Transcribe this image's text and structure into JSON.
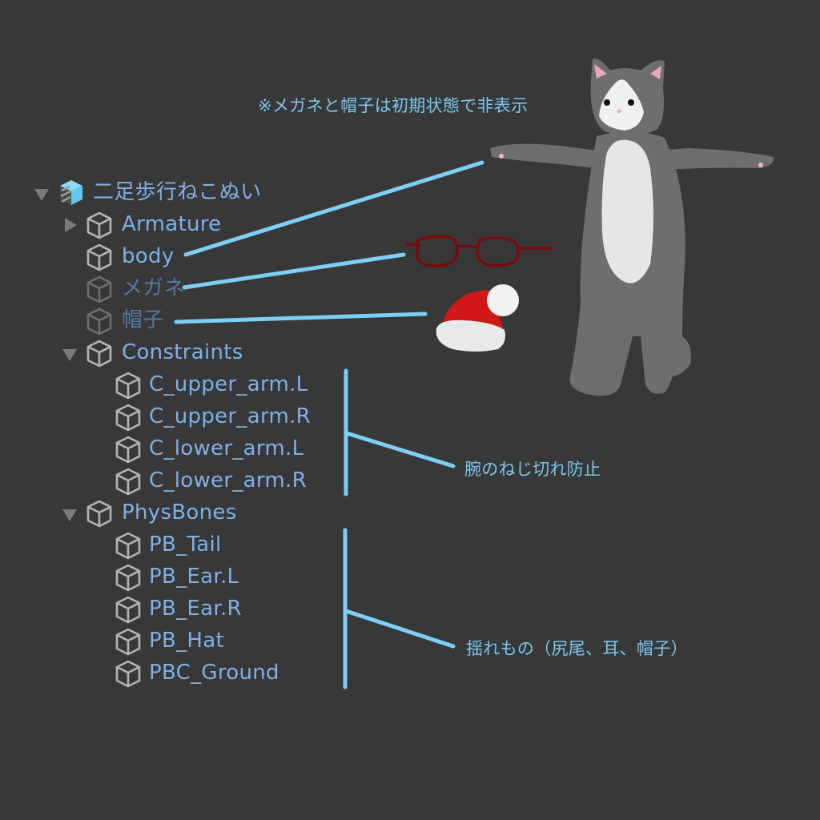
{
  "colors": {
    "background": "#383838",
    "label_active": "#7fb0e6",
    "label_inactive": "#5479a6",
    "annotation_line": "#7ccff5",
    "annotation_text": "#7dc7ec",
    "icon_gray": "#b4b4b4",
    "prefab_cube": "#5fc8f0",
    "glasses": "#7a0a0a",
    "hat_red": "#d01818",
    "cat_gray": "#6e6e6e"
  },
  "hierarchy": {
    "root": {
      "label": "二足歩行ねこぬい",
      "icon": "prefab-cube-icon",
      "expanded": true
    },
    "items": [
      {
        "label": "Armature",
        "icon": "gameobject-cube-icon",
        "foldout": "collapsed",
        "active": true,
        "depth": 1
      },
      {
        "label": "body",
        "icon": "gameobject-cube-icon",
        "foldout": "none",
        "active": true,
        "depth": 1
      },
      {
        "label": "メガネ",
        "icon": "gameobject-cube-icon",
        "foldout": "none",
        "active": false,
        "depth": 1
      },
      {
        "label": "帽子",
        "icon": "gameobject-cube-icon",
        "foldout": "none",
        "active": false,
        "depth": 1
      },
      {
        "label": "Constraints",
        "icon": "gameobject-cube-icon",
        "foldout": "expanded",
        "active": true,
        "depth": 1
      },
      {
        "label": "C_upper_arm.L",
        "icon": "gameobject-cube-icon",
        "foldout": "none",
        "active": true,
        "depth": 2
      },
      {
        "label": "C_upper_arm.R",
        "icon": "gameobject-cube-icon",
        "foldout": "none",
        "active": true,
        "depth": 2
      },
      {
        "label": "C_lower_arm.L",
        "icon": "gameobject-cube-icon",
        "foldout": "none",
        "active": true,
        "depth": 2
      },
      {
        "label": "C_lower_arm.R",
        "icon": "gameobject-cube-icon",
        "foldout": "none",
        "active": true,
        "depth": 2
      },
      {
        "label": "PhysBones",
        "icon": "gameobject-cube-icon",
        "foldout": "expanded",
        "active": true,
        "depth": 1
      },
      {
        "label": "PB_Tail",
        "icon": "gameobject-cube-icon",
        "foldout": "none",
        "active": true,
        "depth": 2
      },
      {
        "label": "PB_Ear.L",
        "icon": "gameobject-cube-icon",
        "foldout": "none",
        "active": true,
        "depth": 2
      },
      {
        "label": "PB_Ear.R",
        "icon": "gameobject-cube-icon",
        "foldout": "none",
        "active": true,
        "depth": 2
      },
      {
        "label": "PB_Hat",
        "icon": "gameobject-cube-icon",
        "foldout": "none",
        "active": true,
        "depth": 2
      },
      {
        "label": "PBC_Ground",
        "icon": "gameobject-cube-icon",
        "foldout": "none",
        "active": true,
        "depth": 2
      }
    ]
  },
  "annotations": {
    "hidden_note": "※メガネと帽子は初期状態で非表示",
    "constraints_note": "腕のねじ切れ防止",
    "physbones_note": "揺れもの（尻尾、耳、帽子）"
  },
  "illustrations": {
    "cat_model": "gray-white-cat-avatar",
    "glasses": "red-glasses",
    "hat": "santa-hat"
  }
}
